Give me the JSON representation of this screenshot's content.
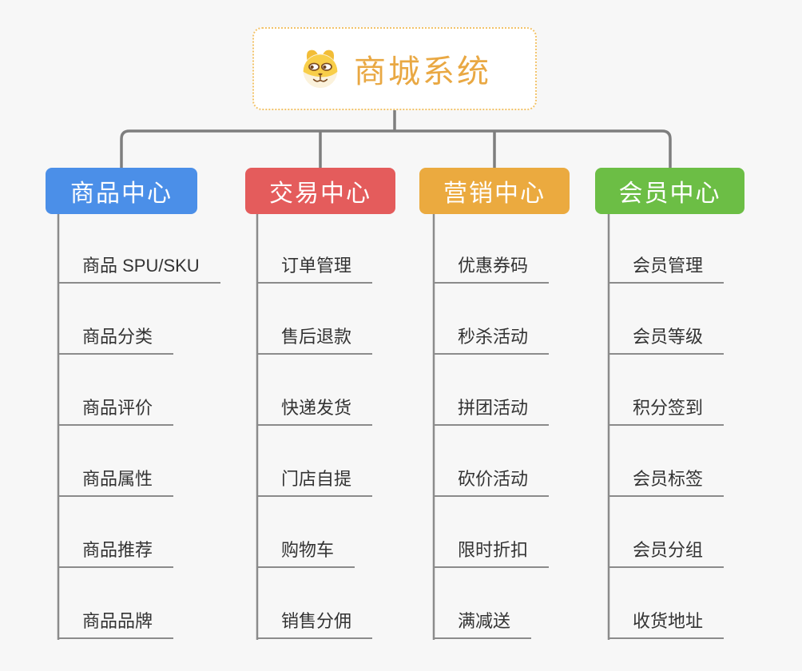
{
  "app": {
    "background_color": "#f7f7f7",
    "connector_color": "#808080",
    "leaf_line_color": "#8b8b8b",
    "leaf_text_color": "#333333"
  },
  "root": {
    "title": "商城系统",
    "icon": "dog-face-icon",
    "accent_color": "#e9a843",
    "border_color": "#f2c36a"
  },
  "branches": [
    {
      "label": "商品中心",
      "color": "#4b8fe8",
      "items": [
        "商品 SPU/SKU",
        "商品分类",
        "商品评价",
        "商品属性",
        "商品推荐",
        "商品品牌"
      ]
    },
    {
      "label": "交易中心",
      "color": "#e45c5c",
      "items": [
        "订单管理",
        "售后退款",
        "快递发货",
        "门店自提",
        "购物车",
        "销售分佣"
      ]
    },
    {
      "label": "营销中心",
      "color": "#ebaa3f",
      "items": [
        "优惠券码",
        "秒杀活动",
        "拼团活动",
        "砍价活动",
        "限时折扣",
        "满减送"
      ]
    },
    {
      "label": "会员中心",
      "color": "#6cbe45",
      "items": [
        "会员管理",
        "会员等级",
        "积分签到",
        "会员标签",
        "会员分组",
        "收货地址"
      ]
    }
  ]
}
